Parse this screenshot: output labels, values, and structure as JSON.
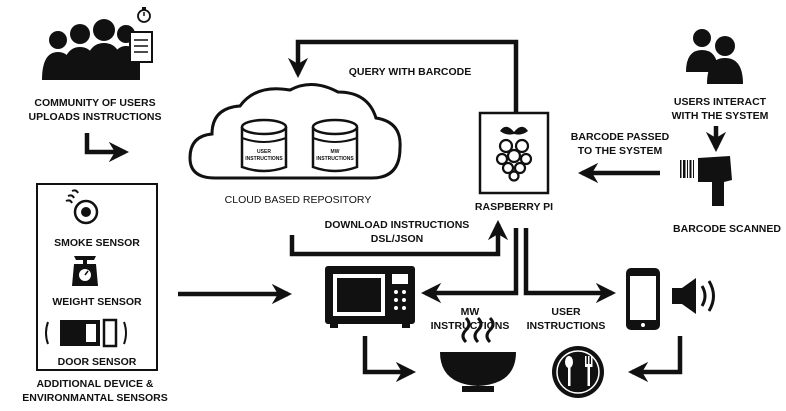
{
  "labels": {
    "community_line1": "COMMUNITY OF USERS",
    "community_line2": "UPLOADS  INSTRUCTIONS",
    "query": "QUERY WITH BARCODE",
    "users_line1": "USERS INTERACT",
    "users_line2": "WITH THE SYSTEM",
    "barcode_passed_line1": "BARCODE PASSED",
    "barcode_passed_line2": "TO THE SYSTEM",
    "cloud": "CLOUD BASED REPOSITORY",
    "db_user_line1": "USER",
    "db_user_line2": "INSTRUCTIONS",
    "db_mw_line1": "MW",
    "db_mw_line2": "INSTRUCTIONS",
    "raspberry": "RASPBERRY PI",
    "barcode_scanned": "BARCODE SCANNED",
    "download_line1": "DOWNLOAD INSTRUCTIONS",
    "download_line2": "DSL/JSON",
    "smoke": "SMOKE SENSOR",
    "weight": "WEIGHT SENSOR",
    "door": "DOOR SENSOR",
    "additional_line1": "ADDITIONAL DEVICE &",
    "additional_line2": "ENVIRONMANTAL SENSORS",
    "mw_inst_line1": "MW",
    "mw_inst_line2": "INSTRUCTIONS",
    "user_inst_line1": "USER",
    "user_inst_line2": "INSTRUCTIONS"
  },
  "icons": {
    "community": "users-group-icon",
    "clipboard": "clipboard-stopwatch-icon",
    "users": "two-users-icon",
    "cloud": "cloud-icon",
    "database": "database-icon",
    "raspberry": "raspberry-pi-icon",
    "scanner": "barcode-scanner-icon",
    "smoke": "smoke-detector-icon",
    "weight": "weighing-scale-icon",
    "door": "door-sensor-icon",
    "microwave": "microwave-icon",
    "phone": "smartphone-icon",
    "speaker": "speaker-icon",
    "bowl": "hot-bowl-icon",
    "dining": "dining-plate-icon"
  },
  "colors": {
    "ink": "#111111",
    "bg": "#ffffff"
  }
}
